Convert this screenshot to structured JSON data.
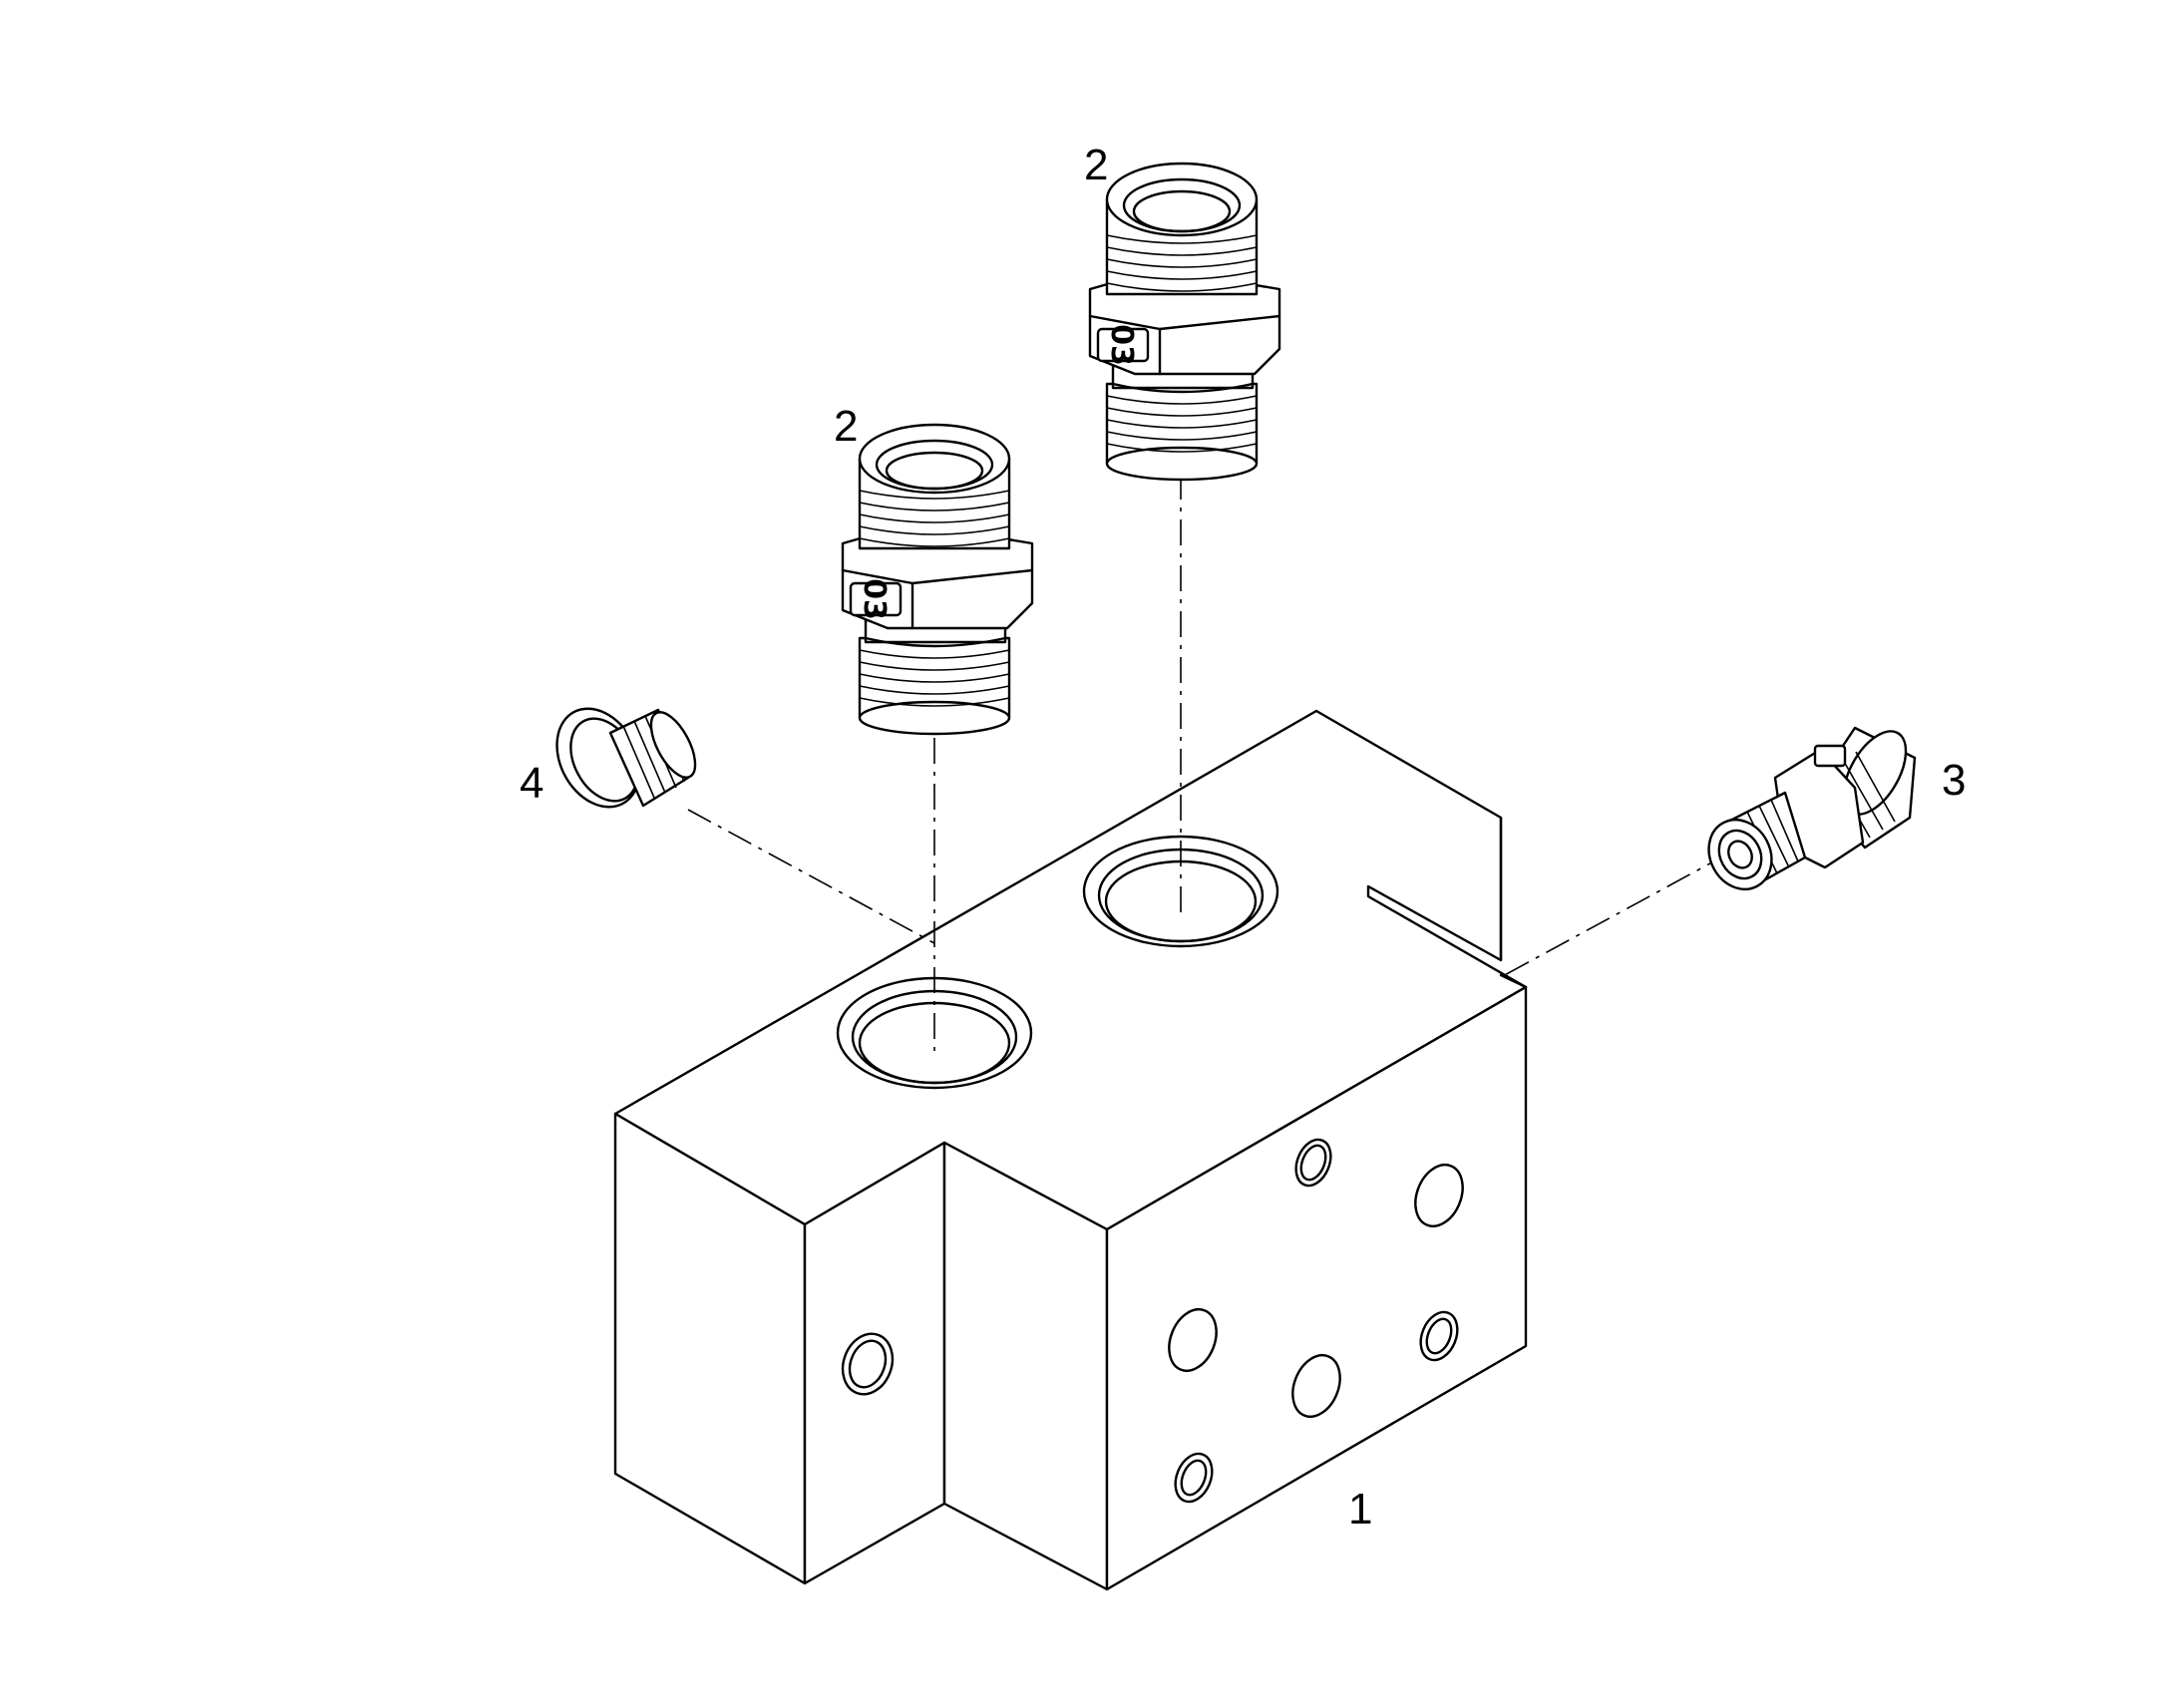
{
  "drawing": {
    "callouts": [
      {
        "id": "body",
        "label": "1"
      },
      {
        "id": "adapter-right",
        "label": "2"
      },
      {
        "id": "adapter-left",
        "label": "2"
      },
      {
        "id": "fitting-side",
        "label": "3"
      },
      {
        "id": "plug",
        "label": "4"
      }
    ],
    "adapter_marking": "03",
    "line_color": "#000000",
    "background": "#ffffff"
  }
}
